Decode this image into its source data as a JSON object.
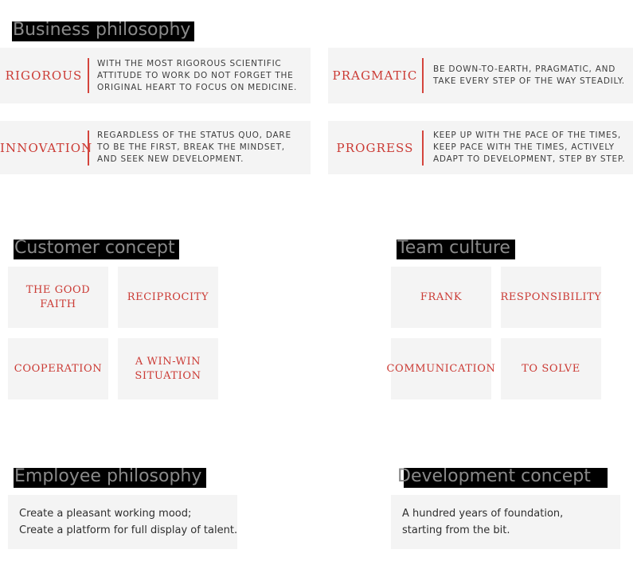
{
  "page": {
    "background": "#ffffff",
    "accent_red": "#cb3a34",
    "card_background": "#f4f4f4",
    "title_color": "#8a8a8a",
    "highlight_color": "#000000"
  },
  "sections": [
    {
      "title": "Business philosophy",
      "cards": [
        {
          "label": "RIGOROUS",
          "lines": [
            "WITH THE MOST RIGOROUS SCIENTIFIC",
            "ATTITUDE TO WORK DO NOT FORGET THE",
            "ORIGINAL HEART TO FOCUS ON MEDICINE."
          ]
        },
        {
          "label": "PRAGMATIC",
          "lines": [
            "BE DOWN-TO-EARTH, PRAGMATIC, AND",
            "TAKE EVERY STEP OF THE WAY STEADILY."
          ]
        },
        {
          "label": "INNOVATION",
          "lines": [
            "REGARDLESS OF THE STATUS QUO, DARE",
            "TO BE THE FIRST, BREAK THE MINDSET,",
            "AND SEEK NEW DEVELOPMENT."
          ]
        },
        {
          "label": "PROGRESS",
          "lines": [
            "KEEP UP WITH THE PACE OF THE TIMES,",
            "KEEP PACE WITH THE TIMES, ACTIVELY",
            "ADAPT TO DEVELOPMENT, STEP BY STEP."
          ]
        }
      ]
    },
    {
      "title_left": "Customer concept",
      "title_right": "Team culture",
      "customer_values": [
        "THE GOOD FAITH",
        "RECIPROCITY",
        "COOPERATION",
        "A WIN-WIN SITUATION"
      ],
      "team_values": [
        "FRANK",
        "RESPONSIBILITY",
        "COMMUNICATION",
        "TO SOLVE"
      ]
    },
    {
      "title_left": "Employee philosophy",
      "title_right": "Development concept",
      "employee_lines": [
        "Create a pleasant working mood;",
        "Create a platform for full display of talent."
      ],
      "development_lines": [
        "A hundred years of foundation,",
        "starting from the bit."
      ]
    }
  ]
}
